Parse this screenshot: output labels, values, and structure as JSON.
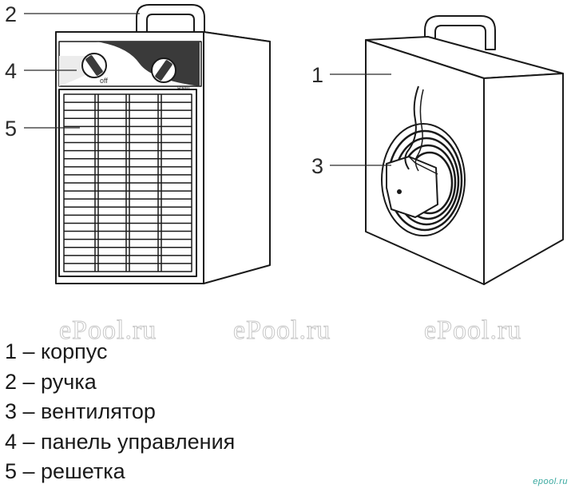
{
  "callouts": {
    "c1": "1",
    "c2": "2",
    "c3": "3",
    "c4": "4",
    "c5": "5"
  },
  "legend": [
    "1 – корпус",
    "2 – ручка",
    "3 – вентилятор",
    "4 – панель управления",
    "5 – решетка"
  ],
  "panel": {
    "knob_label": "off",
    "brand": "Ballu"
  },
  "watermark": {
    "text": "ePool.ru",
    "corner": "epool.ru"
  }
}
